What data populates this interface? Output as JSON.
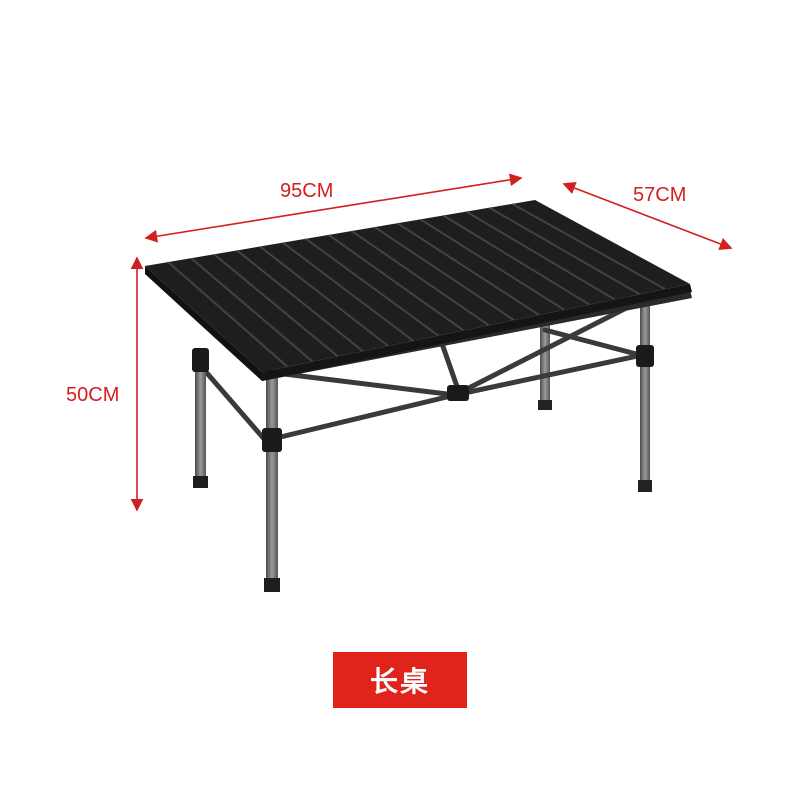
{
  "dimensions": {
    "length_label": "95CM",
    "depth_label": "57CM",
    "height_label": "50CM"
  },
  "caption": "长桌",
  "colors": {
    "annotation": "#d21f1f",
    "caption_bg": "#e0231c",
    "caption_text": "#ffffff",
    "tabletop": "#1e1e1e",
    "frame": "#6e6e6e"
  },
  "product": {
    "type": "folding-camping-table",
    "tabletop_slats": 17
  }
}
